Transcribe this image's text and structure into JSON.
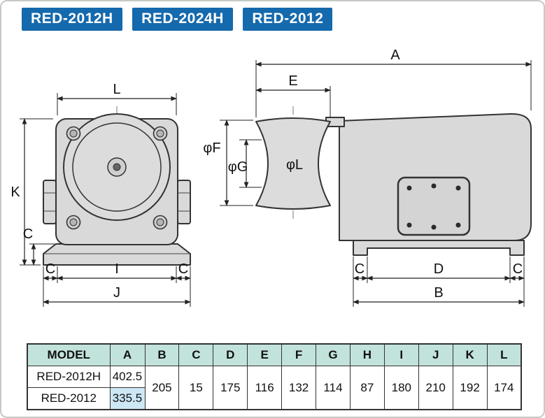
{
  "badges": [
    {
      "label": "RED-2012H"
    },
    {
      "label": "RED-2024H"
    },
    {
      "label": "RED-2012"
    }
  ],
  "front": {
    "L": "L",
    "K": "K",
    "C1": "C",
    "C2": "C",
    "I": "I",
    "C3": "C",
    "J": "J"
  },
  "side": {
    "A": "A",
    "E": "E",
    "phiF": "φF",
    "phiG": "φG",
    "phiL": "φL",
    "C1": "C",
    "D": "D",
    "C2": "C",
    "B": "B"
  },
  "table": {
    "headers": [
      "MODEL",
      "A",
      "B",
      "C",
      "D",
      "E",
      "F",
      "G",
      "H",
      "I",
      "J",
      "K",
      "L"
    ],
    "rows": [
      {
        "model": "RED-2012H",
        "a": "402.5"
      },
      {
        "model": "RED-2012",
        "a": "335.5"
      }
    ],
    "shared_values": [
      "205",
      "15",
      "175",
      "116",
      "132",
      "114",
      "87",
      "180",
      "210",
      "192",
      "174"
    ]
  },
  "colors": {
    "badge_bg": "#1569ad",
    "table_header_bg": "#c2e3dc",
    "highlight_cell_bg": "#cde7f5",
    "part_fill": "#d9d9d9",
    "part_stroke": "#333333"
  }
}
